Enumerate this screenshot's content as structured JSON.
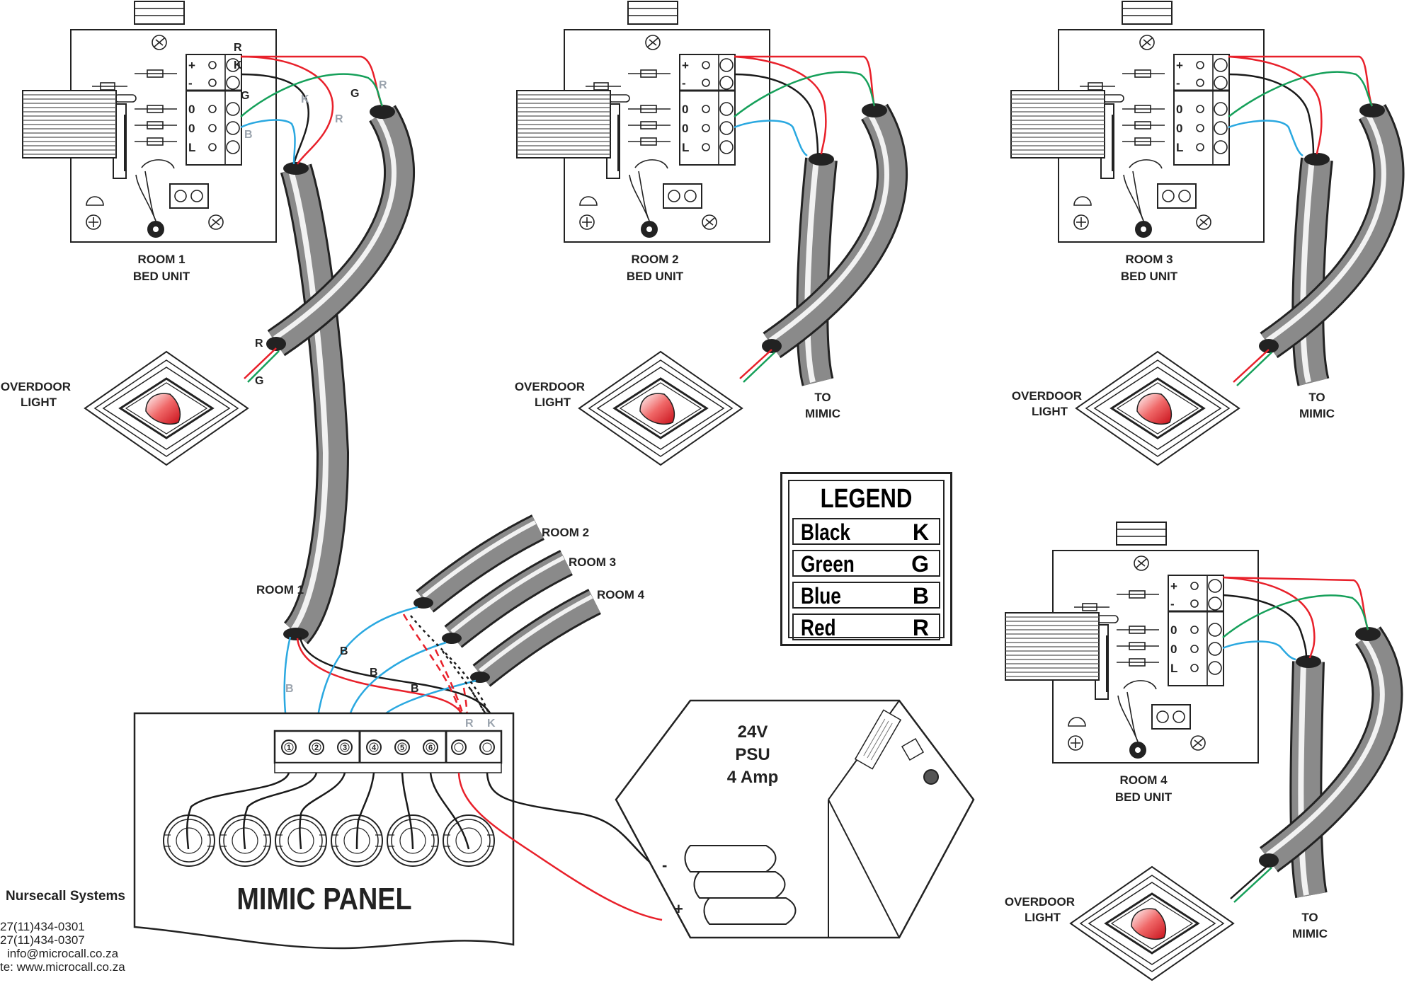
{
  "units": [
    {
      "room": "ROOM 1",
      "label": "BED UNIT"
    },
    {
      "room": "ROOM 2",
      "label": "BED UNIT"
    },
    {
      "room": "ROOM 3",
      "label": "BED UNIT"
    },
    {
      "room": "ROOM 4",
      "label": "BED UNIT"
    }
  ],
  "terminal_labels": [
    "+",
    "-",
    "0",
    "0",
    "L"
  ],
  "wire_letters": {
    "red": "R",
    "black": "K",
    "green": "G",
    "blue": "B"
  },
  "overdoor_light": [
    "OVERDOOR",
    "LIGHT"
  ],
  "to_mimic": [
    "TO",
    "MIMIC"
  ],
  "cable_labels": {
    "room1": "ROOM 1",
    "room2": "ROOM 2",
    "room3": "ROOM 3",
    "room4": "ROOM 4"
  },
  "mimic_panel": {
    "title": "MIMIC PANEL",
    "terminals": [
      "1",
      "2",
      "3",
      "4",
      "5",
      "6"
    ]
  },
  "psu": {
    "line1": "24V",
    "line2": "PSU",
    "line3": "4 Amp",
    "minus": "-",
    "plus": "+"
  },
  "legend": {
    "title": "LEGEND",
    "rows": [
      {
        "name": "Black",
        "code": "K"
      },
      {
        "name": "Green",
        "code": "G"
      },
      {
        "name": "Blue",
        "code": "B"
      },
      {
        "name": "Red",
        "code": "R"
      }
    ]
  },
  "company": "Nursecall Systems",
  "contact": [
    "27(11)434-0301",
    "27(11)434-0307",
    "info@microcall.co.za",
    "te: www.microcall.co.za"
  ],
  "colors": {
    "red": "#e8202a",
    "black": "#1a1a1a",
    "green": "#16a05a",
    "blue": "#2aa8e0",
    "grey": "#9aa3ad",
    "cable": "#6d6d6d"
  }
}
